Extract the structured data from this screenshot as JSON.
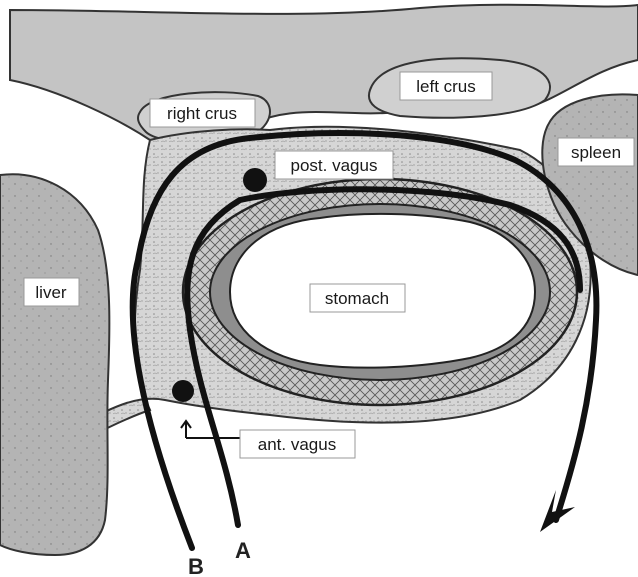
{
  "labels": {
    "right_crus": "right crus",
    "left_crus": "left crus",
    "spleen": "spleen",
    "post_vagus": "post. vagus",
    "liver": "liver",
    "stomach": "stomach",
    "ant_vagus": "ant. vagus",
    "path_a": "A",
    "path_b": "B"
  },
  "colors": {
    "tissue": "#cfcfcf",
    "tissue_light": "#e2e2e2",
    "organ": "#b0b0b0",
    "ink": "#1a1a1a",
    "label_bg": "#ffffff"
  }
}
